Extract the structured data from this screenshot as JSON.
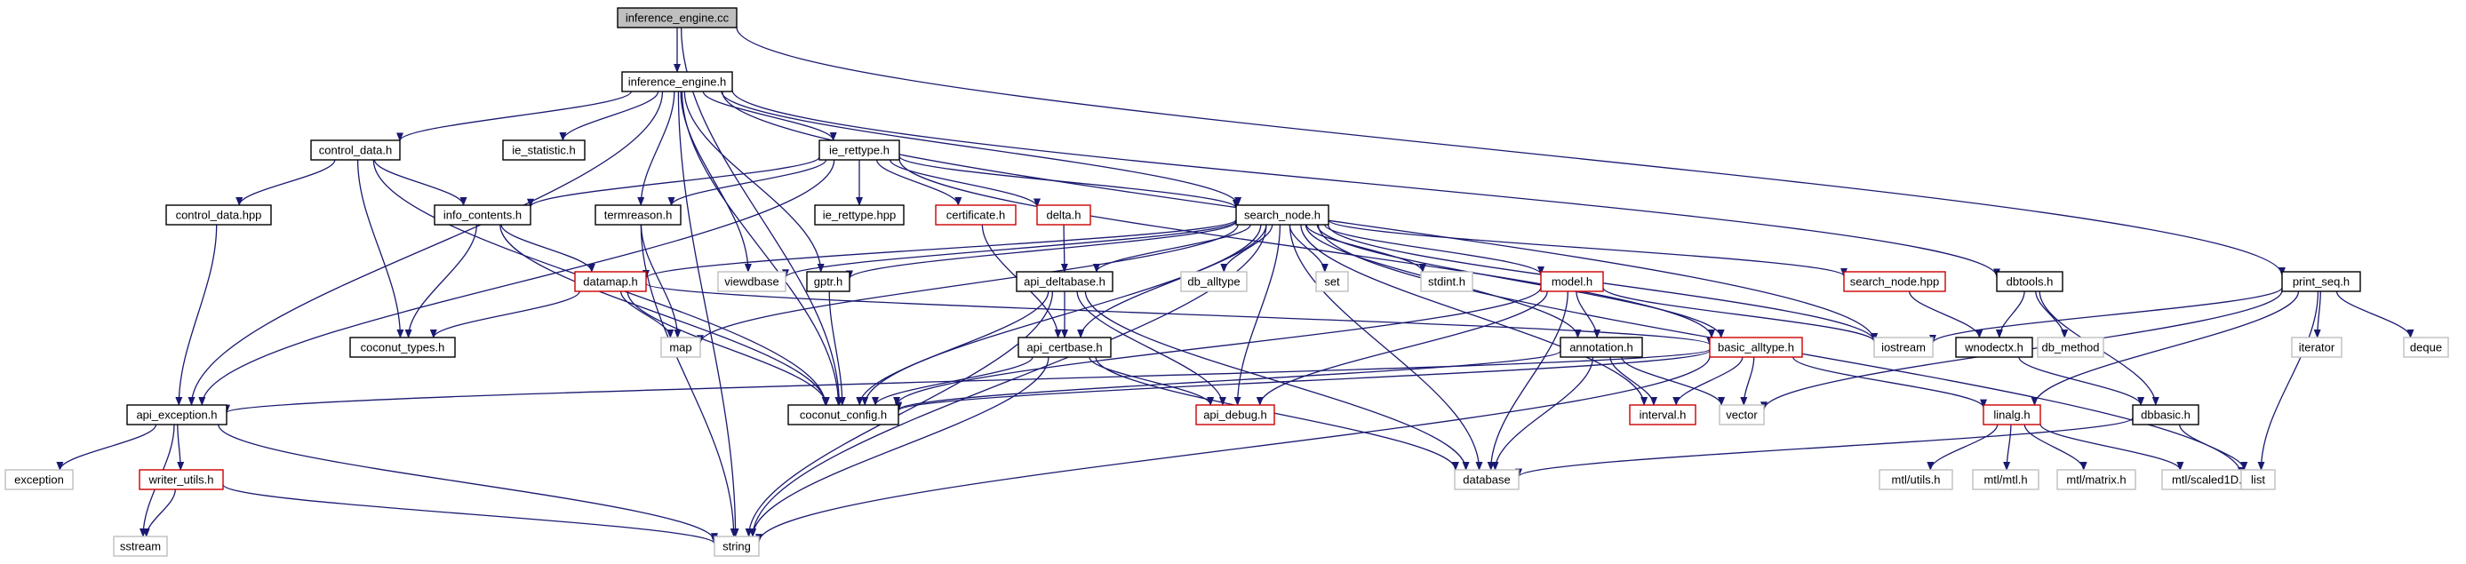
{
  "diagram": {
    "nodes": [
      {
        "id": "inference_engine_cc",
        "label": "inference_engine.cc",
        "style": "root"
      },
      {
        "id": "inference_engine_h",
        "label": "inference_engine.h",
        "style": "normal"
      },
      {
        "id": "control_data_h",
        "label": "control_data.h",
        "style": "normal"
      },
      {
        "id": "ie_statistic_h",
        "label": "ie_statistic.h",
        "style": "normal"
      },
      {
        "id": "ie_rettype_h",
        "label": "ie_rettype.h",
        "style": "normal"
      },
      {
        "id": "control_data_hpp",
        "label": "control_data.hpp",
        "style": "normal"
      },
      {
        "id": "info_contents_h",
        "label": "info_contents.h",
        "style": "normal"
      },
      {
        "id": "termreason_h",
        "label": "termreason.h",
        "style": "normal"
      },
      {
        "id": "ie_rettype_hpp",
        "label": "ie_rettype.hpp",
        "style": "normal"
      },
      {
        "id": "certificate_h",
        "label": "certificate.h",
        "style": "red"
      },
      {
        "id": "delta_h",
        "label": "delta.h",
        "style": "red"
      },
      {
        "id": "search_node_h",
        "label": "search_node.h",
        "style": "normal"
      },
      {
        "id": "datamap_h",
        "label": "datamap.h",
        "style": "red"
      },
      {
        "id": "viewdbase",
        "label": "viewdbase",
        "style": "grey"
      },
      {
        "id": "gptr_h",
        "label": "gptr.h",
        "style": "normal"
      },
      {
        "id": "api_deltabase_h",
        "label": "api_deltabase.h",
        "style": "normal"
      },
      {
        "id": "db_alltype",
        "label": "db_alltype",
        "style": "grey"
      },
      {
        "id": "set",
        "label": "set",
        "style": "grey"
      },
      {
        "id": "stdint_h",
        "label": "stdint.h",
        "style": "grey"
      },
      {
        "id": "model_h",
        "label": "model.h",
        "style": "red"
      },
      {
        "id": "search_node_hpp",
        "label": "search_node.hpp",
        "style": "red"
      },
      {
        "id": "dbtools_h",
        "label": "dbtools.h",
        "style": "normal"
      },
      {
        "id": "print_seq_h",
        "label": "print_seq.h",
        "style": "normal"
      },
      {
        "id": "coconut_types_h",
        "label": "coconut_types.h",
        "style": "normal"
      },
      {
        "id": "map",
        "label": "map",
        "style": "grey"
      },
      {
        "id": "api_certbase_h",
        "label": "api_certbase.h",
        "style": "normal"
      },
      {
        "id": "annotation_h",
        "label": "annotation.h",
        "style": "normal"
      },
      {
        "id": "basic_alltype_h",
        "label": "basic_alltype.h",
        "style": "red"
      },
      {
        "id": "iostream",
        "label": "iostream",
        "style": "grey"
      },
      {
        "id": "wnodectx_h",
        "label": "wnodectx.h",
        "style": "normal"
      },
      {
        "id": "db_method",
        "label": "db_method",
        "style": "grey"
      },
      {
        "id": "iterator",
        "label": "iterator",
        "style": "grey"
      },
      {
        "id": "deque",
        "label": "deque",
        "style": "grey"
      },
      {
        "id": "api_exception_h",
        "label": "api_exception.h",
        "style": "normal"
      },
      {
        "id": "coconut_config_h",
        "label": "coconut_config.h",
        "style": "normal"
      },
      {
        "id": "api_debug_h",
        "label": "api_debug.h",
        "style": "red"
      },
      {
        "id": "interval_h",
        "label": "interval.h",
        "style": "red"
      },
      {
        "id": "vector",
        "label": "vector",
        "style": "grey"
      },
      {
        "id": "linalg_h",
        "label": "linalg.h",
        "style": "red"
      },
      {
        "id": "dbbasic_h",
        "label": "dbbasic.h",
        "style": "normal"
      },
      {
        "id": "exception",
        "label": "exception",
        "style": "grey"
      },
      {
        "id": "writer_utils_h",
        "label": "writer_utils.h",
        "style": "red"
      },
      {
        "id": "database",
        "label": "database",
        "style": "grey"
      },
      {
        "id": "mtl_utils_h",
        "label": "mtl/utils.h",
        "style": "grey"
      },
      {
        "id": "mtl_mtl_h",
        "label": "mtl/mtl.h",
        "style": "grey"
      },
      {
        "id": "mtl_matrix_h",
        "label": "mtl/matrix.h",
        "style": "grey"
      },
      {
        "id": "mtl_scaled1D_h",
        "label": "mtl/scaled1D.h",
        "style": "grey"
      },
      {
        "id": "list",
        "label": "list",
        "style": "grey"
      },
      {
        "id": "sstream",
        "label": "sstream",
        "style": "grey"
      },
      {
        "id": "string",
        "label": "string",
        "style": "grey"
      }
    ],
    "edges": [
      [
        "inference_engine_cc",
        "inference_engine_h"
      ],
      [
        "inference_engine_cc",
        "coconut_config_h"
      ],
      [
        "inference_engine_cc",
        "print_seq_h"
      ],
      [
        "inference_engine_h",
        "control_data_h"
      ],
      [
        "inference_engine_h",
        "ie_statistic_h"
      ],
      [
        "inference_engine_h",
        "ie_rettype_h"
      ],
      [
        "inference_engine_h",
        "termreason_h"
      ],
      [
        "inference_engine_h",
        "viewdbase"
      ],
      [
        "inference_engine_h",
        "gptr_h"
      ],
      [
        "inference_engine_h",
        "search_node_h"
      ],
      [
        "inference_engine_h",
        "dbtools_h"
      ],
      [
        "inference_engine_h",
        "api_exception_h"
      ],
      [
        "inference_engine_h",
        "coconut_config_h"
      ],
      [
        "inference_engine_h",
        "string"
      ],
      [
        "inference_engine_h",
        "iostream"
      ],
      [
        "control_data_h",
        "control_data_hpp"
      ],
      [
        "control_data_h",
        "info_contents_h"
      ],
      [
        "control_data_h",
        "coconut_types_h"
      ],
      [
        "control_data_h",
        "coconut_config_h"
      ],
      [
        "control_data_hpp",
        "api_exception_h"
      ],
      [
        "ie_rettype_h",
        "ie_rettype_hpp"
      ],
      [
        "ie_rettype_h",
        "certificate_h"
      ],
      [
        "ie_rettype_h",
        "delta_h"
      ],
      [
        "ie_rettype_h",
        "search_node_h"
      ],
      [
        "ie_rettype_h",
        "info_contents_h"
      ],
      [
        "ie_rettype_h",
        "termreason_h"
      ],
      [
        "ie_rettype_h",
        "api_exception_h"
      ],
      [
        "ie_rettype_h",
        "basic_alltype_h"
      ],
      [
        "info_contents_h",
        "datamap_h"
      ],
      [
        "info_contents_h",
        "coconut_types_h"
      ],
      [
        "info_contents_h",
        "coconut_config_h"
      ],
      [
        "termreason_h",
        "map"
      ],
      [
        "termreason_h",
        "string"
      ],
      [
        "certificate_h",
        "api_certbase_h"
      ],
      [
        "delta_h",
        "api_deltabase_h"
      ],
      [
        "search_node_h",
        "datamap_h"
      ],
      [
        "search_node_h",
        "viewdbase"
      ],
      [
        "search_node_h",
        "gptr_h"
      ],
      [
        "search_node_h",
        "api_deltabase_h"
      ],
      [
        "search_node_h",
        "db_alltype"
      ],
      [
        "search_node_h",
        "set"
      ],
      [
        "search_node_h",
        "stdint_h"
      ],
      [
        "search_node_h",
        "model_h"
      ],
      [
        "search_node_h",
        "search_node_hpp"
      ],
      [
        "search_node_h",
        "iostream"
      ],
      [
        "search_node_h",
        "list"
      ],
      [
        "search_node_h",
        "map"
      ],
      [
        "search_node_h",
        "api_certbase_h"
      ],
      [
        "search_node_h",
        "annotation_h"
      ],
      [
        "search_node_h",
        "basic_alltype_h"
      ],
      [
        "search_node_h",
        "coconut_config_h"
      ],
      [
        "search_node_h",
        "api_debug_h"
      ],
      [
        "search_node_h",
        "interval_h"
      ],
      [
        "search_node_h",
        "database"
      ],
      [
        "search_node_h",
        "string"
      ],
      [
        "datamap_h",
        "coconut_types_h"
      ],
      [
        "datamap_h",
        "map"
      ],
      [
        "datamap_h",
        "basic_alltype_h"
      ],
      [
        "datamap_h",
        "coconut_config_h"
      ],
      [
        "gptr_h",
        "coconut_config_h"
      ],
      [
        "api_deltabase_h",
        "api_certbase_h"
      ],
      [
        "api_deltabase_h",
        "coconut_config_h"
      ],
      [
        "api_deltabase_h",
        "api_debug_h"
      ],
      [
        "api_deltabase_h",
        "database"
      ],
      [
        "api_deltabase_h",
        "string"
      ],
      [
        "model_h",
        "annotation_h"
      ],
      [
        "model_h",
        "iostream"
      ],
      [
        "model_h",
        "coconut_config_h"
      ],
      [
        "model_h",
        "api_debug_h"
      ],
      [
        "model_h",
        "database"
      ],
      [
        "search_node_hpp",
        "wnodectx_h"
      ],
      [
        "dbtools_h",
        "wnodectx_h"
      ],
      [
        "dbtools_h",
        "db_method"
      ],
      [
        "dbtools_h",
        "dbbasic_h"
      ],
      [
        "print_seq_h",
        "iostream"
      ],
      [
        "print_seq_h",
        "iterator"
      ],
      [
        "print_seq_h",
        "deque"
      ],
      [
        "print_seq_h",
        "linalg_h"
      ],
      [
        "print_seq_h",
        "vector"
      ],
      [
        "print_seq_h",
        "list"
      ],
      [
        "api_certbase_h",
        "coconut_config_h"
      ],
      [
        "api_certbase_h",
        "api_debug_h"
      ],
      [
        "api_certbase_h",
        "database"
      ],
      [
        "api_certbase_h",
        "string"
      ],
      [
        "annotation_h",
        "interval_h"
      ],
      [
        "annotation_h",
        "vector"
      ],
      [
        "annotation_h",
        "database"
      ],
      [
        "annotation_h",
        "coconut_config_h"
      ],
      [
        "basic_alltype_h",
        "api_exception_h"
      ],
      [
        "basic_alltype_h",
        "coconut_config_h"
      ],
      [
        "basic_alltype_h",
        "interval_h"
      ],
      [
        "basic_alltype_h",
        "vector"
      ],
      [
        "basic_alltype_h",
        "linalg_h"
      ],
      [
        "basic_alltype_h",
        "string"
      ],
      [
        "wnodectx_h",
        "dbbasic_h"
      ],
      [
        "dbbasic_h",
        "database"
      ],
      [
        "dbbasic_h",
        "list"
      ],
      [
        "linalg_h",
        "mtl_utils_h"
      ],
      [
        "linalg_h",
        "mtl_mtl_h"
      ],
      [
        "linalg_h",
        "mtl_matrix_h"
      ],
      [
        "linalg_h",
        "mtl_scaled1D_h"
      ],
      [
        "api_exception_h",
        "exception"
      ],
      [
        "api_exception_h",
        "writer_utils_h"
      ],
      [
        "api_exception_h",
        "sstream"
      ],
      [
        "api_exception_h",
        "string"
      ],
      [
        "writer_utils_h",
        "sstream"
      ],
      [
        "writer_utils_h",
        "string"
      ]
    ]
  }
}
